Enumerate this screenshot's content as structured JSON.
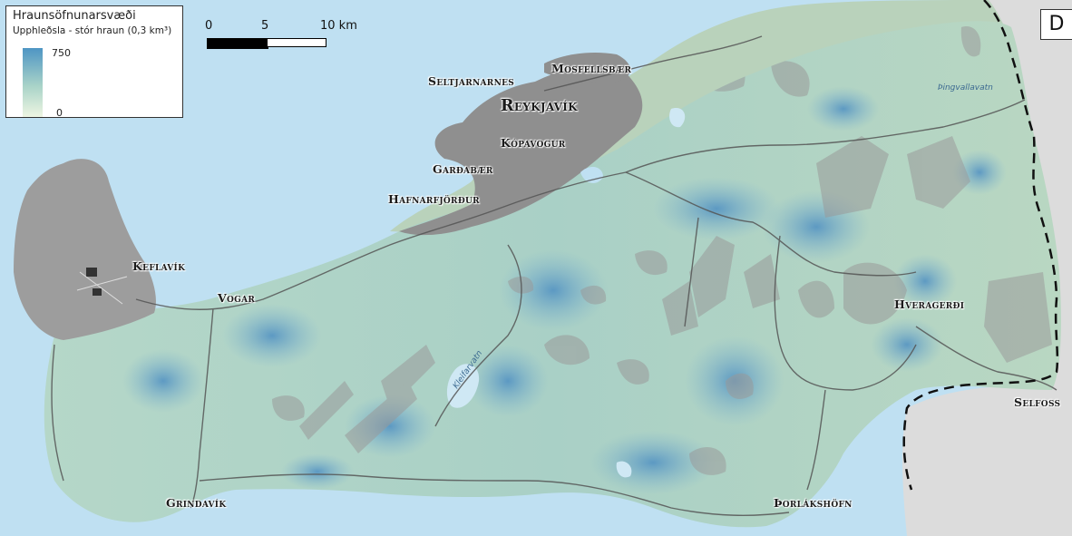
{
  "panel_label": "D",
  "legend": {
    "title": "Hraunsöfnunarsvæði",
    "subtitle": "Upphleðsla - stór hraun (0,3 km³)",
    "max_value": "750",
    "min_value": "0"
  },
  "scale_bar": {
    "ticks": [
      "0",
      "5",
      "10 km"
    ]
  },
  "places": {
    "reykjavik": "Reykjavík",
    "seltjarnarnes": "Seltjarnarnes",
    "mosfellsbaer": "Mosfellsbær",
    "kopavogur": "Kópavogur",
    "gardabaer": "Garðabær",
    "hafnarfjordur": "Hafnarfjörður",
    "keflavik": "Keflavík",
    "vogar": "Vogar",
    "grindavik": "Grindavík",
    "thorlakshofn": "Þorlákshöfn",
    "hveragerdi": "Hveragerði",
    "selfoss": "Selfoss"
  },
  "water": {
    "thingvallavatn": "Þingvallavatn",
    "kleifarvatn": "Kleifarvatn"
  },
  "colors": {
    "sea": "#bfe0f2",
    "land_low": "#c5dcbc",
    "accumulation_high": "#4e95c4",
    "urban": "#8f8f8f",
    "outside_gray": "#dcdcdc",
    "roads": "#555555"
  }
}
